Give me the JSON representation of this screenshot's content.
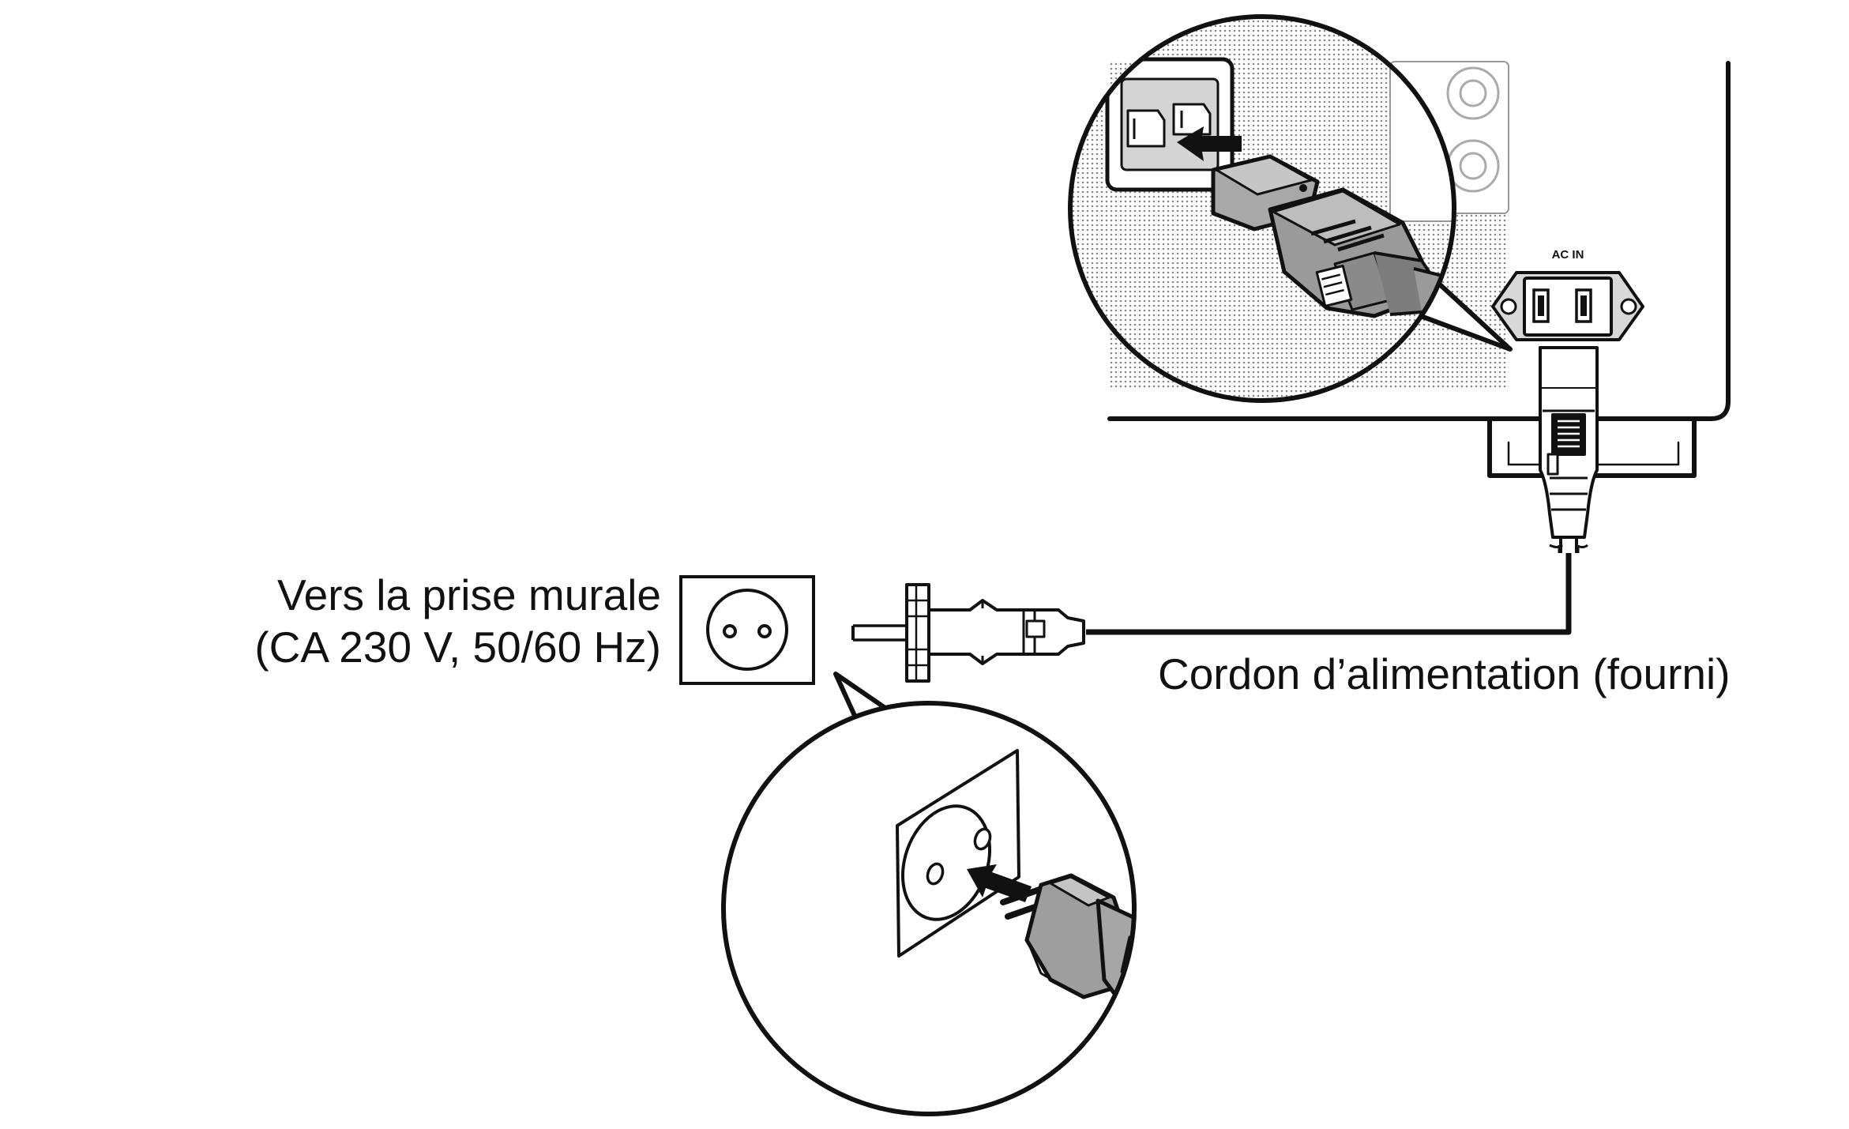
{
  "labels": {
    "wall_outlet_line1": "Vers la prise murale",
    "wall_outlet_line2": "(CA 230 V, 50/60 Hz)",
    "power_cord": "Cordon d’alimentation (fourni)",
    "ac_in": "AC IN"
  },
  "colors": {
    "line": "#111111",
    "plug_fill": "#9a9a9a",
    "plug_fill_light": "#c4c4c4",
    "background": "#ffffff"
  },
  "icons": [
    "device-rear-panel",
    "ac-inlet-icon",
    "iec-plug-icon",
    "wall-outlet-icon",
    "euro-plug-icon",
    "insert-arrow-icon",
    "magnify-callout"
  ]
}
